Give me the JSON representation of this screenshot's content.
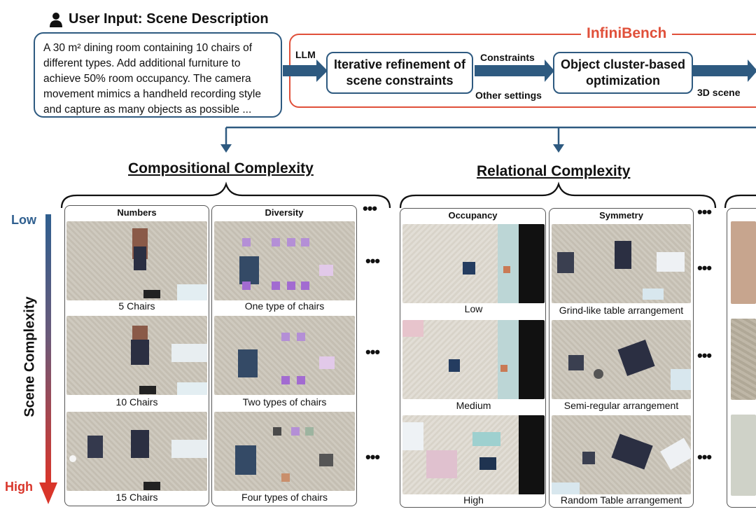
{
  "header": {
    "user_input_title": "User Input: Scene Description",
    "description_lines": [
      "A 30 m² dining room containing 10 chairs of",
      "different types. Add additional furniture to",
      "achieve 50% room occupancy. The camera",
      "movement mimics a handheld recording style",
      "and capture as many objects as possible ..."
    ]
  },
  "pipeline": {
    "title": "InfiniBench",
    "llm_label": "LLM",
    "step1": "Iterative refinement of scene constraints",
    "constraints_label": "Constraints",
    "other_settings_label": "Other settings",
    "step2": "Object cluster-based optimization",
    "scene_label": "3D scene"
  },
  "sections": {
    "compositional": "Compositional Complexity",
    "relational": "Relational Complexity"
  },
  "axis": {
    "low": "Low",
    "high": "High",
    "label": "Scene Complexity"
  },
  "panels": {
    "numbers": {
      "title": "Numbers",
      "captions": [
        "5 Chairs",
        "10 Chairs",
        "15 Chairs"
      ]
    },
    "diversity": {
      "title": "Diversity",
      "captions": [
        "One type of chairs",
        "Two types of chairs",
        "Four types of chairs"
      ]
    },
    "occupancy": {
      "title": "Occupancy",
      "captions": [
        "Low",
        "Medium",
        "High"
      ]
    },
    "symmetry": {
      "title": "Symmetry",
      "captions": [
        "Grind-like table arrangement",
        "Semi-regular arrangement",
        "Random Table arrangement"
      ]
    }
  },
  "ellipsis": "•••",
  "colors": {
    "blue": "#2e5a80",
    "red": "#e0503a",
    "low": "#2f5f8f",
    "high": "#d9352a"
  }
}
